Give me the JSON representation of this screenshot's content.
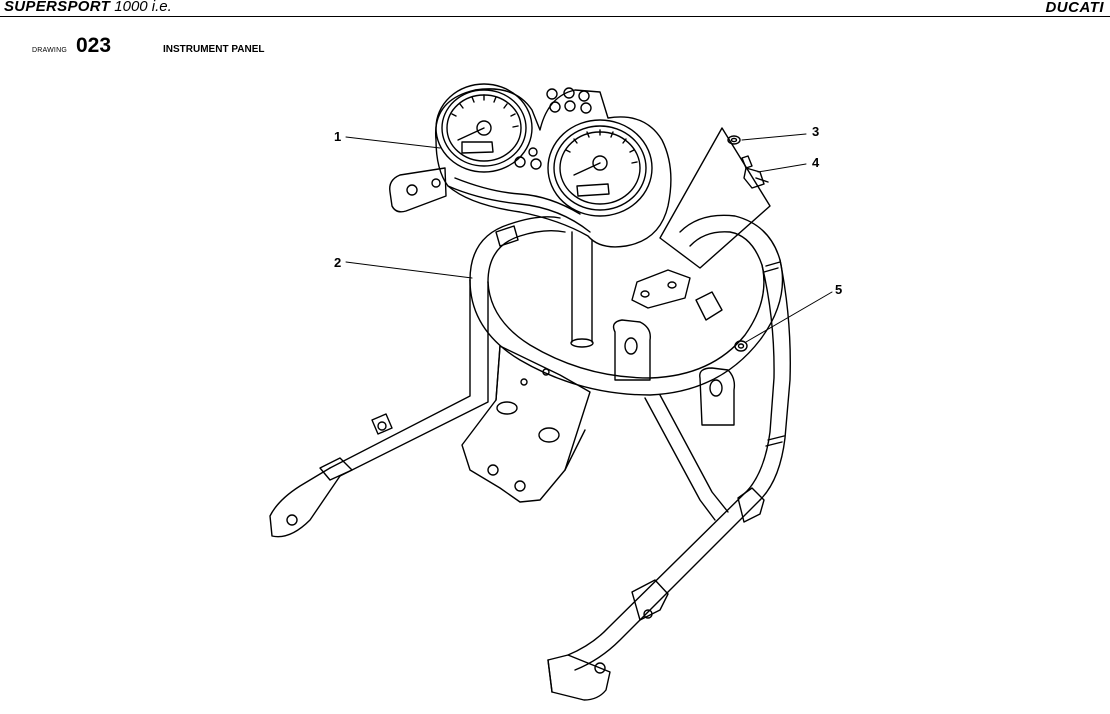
{
  "header": {
    "model_bold": "SUPERSPORT",
    "model_rest": "1000 i.e.",
    "brand": "DUCATI"
  },
  "drawing": {
    "label": "DRAWING",
    "number": "023",
    "title": "INSTRUMENT PANEL"
  },
  "callouts": [
    "1",
    "2",
    "3",
    "4",
    "5"
  ]
}
